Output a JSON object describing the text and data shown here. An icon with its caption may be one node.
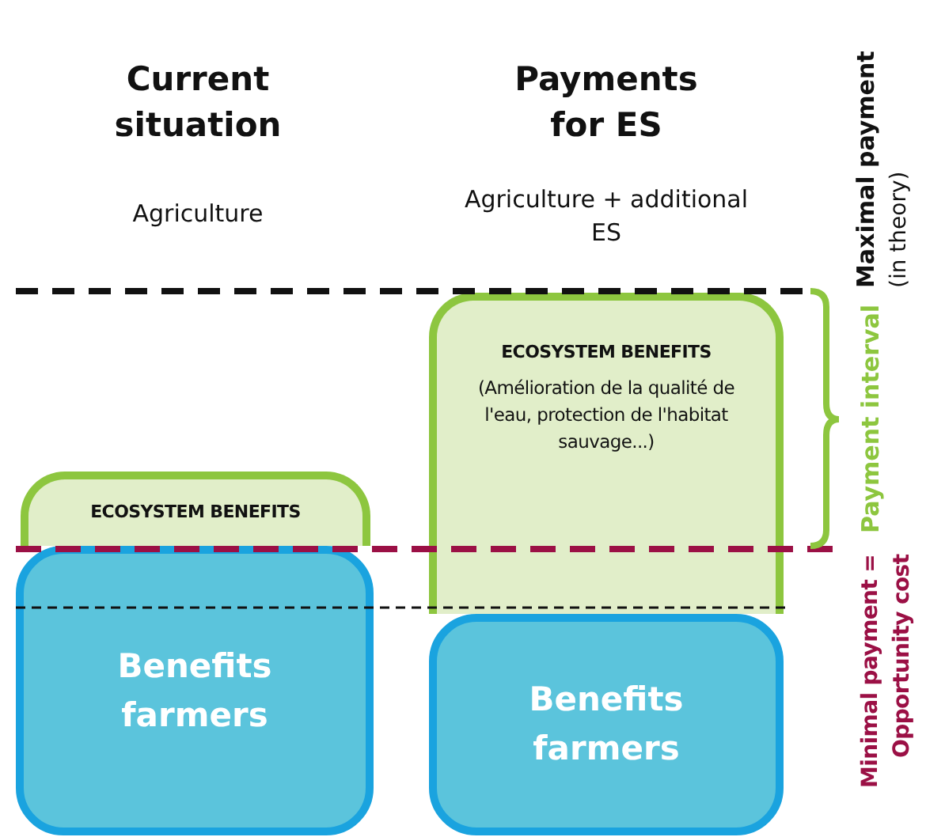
{
  "diagram": {
    "nodes": [
      {
        "text": [
          "ECOSYSTEM BENEFITS"
        ]
      },
      {
        "text": [
          "Benefits farmers"
        ]
      },
      {
        "text": [
          "ECOSYSTEM BENEFITS",
          "(Amélioration de la qualité de l'eau, protection de l'habitat sauvage...)"
        ]
      },
      {
        "text": [
          "Benefits farmers"
        ]
      }
    ],
    "edges": [],
    "labels": [
      "Current situation",
      "Agriculture",
      "Payments for ES",
      "Agriculture + additional ES",
      "Maximal payment",
      "(in theory)",
      "Payment interval",
      "Minimal payment = Opportunity cost"
    ]
  }
}
